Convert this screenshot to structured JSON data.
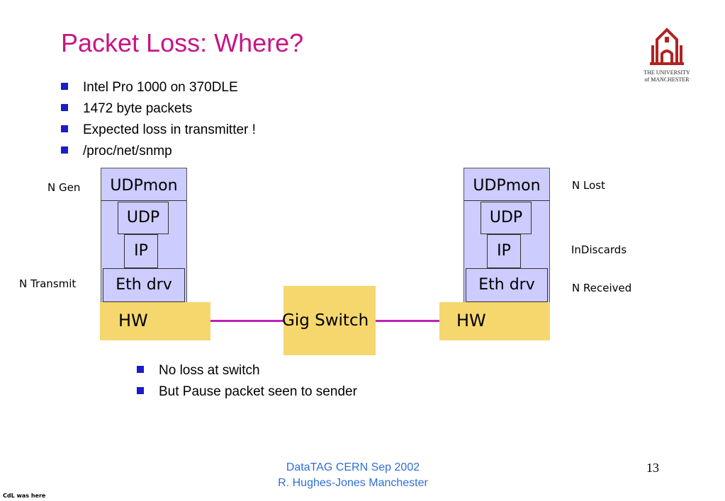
{
  "slide": {
    "title": "Packet Loss: Where?",
    "page_number": "13"
  },
  "logo": {
    "line1": "THE UNIVERSITY",
    "line2": "of MANCHESTER"
  },
  "top_bullets": [
    "Intel Pro 1000 on 370DLE",
    "1472 byte packets",
    "Expected loss in transmitter !",
    "/proc/net/snmp"
  ],
  "diagram": {
    "sender": {
      "app": "UDPmon",
      "udp": "UDP",
      "ip": "IP",
      "driver": "Eth drv",
      "hw": "HW"
    },
    "receiver": {
      "app": "UDPmon",
      "udp": "UDP",
      "ip": "IP",
      "driver": "Eth drv",
      "hw": "HW"
    },
    "switch": "Gig Switch",
    "labels": {
      "n_gen": "N Gen",
      "n_transmit": "N Transmit",
      "n_lost": "N Lost",
      "in_discards": "InDiscards",
      "n_received": "N Received"
    }
  },
  "bottom_bullets": [
    "No loss at switch",
    "But Pause packet seen to sender"
  ],
  "footer": {
    "line1": "DataTAG CERN Sep  2002",
    "line2": "R. Hughes-Jones  Manchester",
    "corner_note": "CdL was here"
  },
  "colors": {
    "title": "#c71585",
    "bullet": "#1c1cc8",
    "stack_fill": "#ccccff",
    "hw_fill": "#f5d76e",
    "link": "#bb22bb",
    "footer": "#2e6fd4"
  }
}
